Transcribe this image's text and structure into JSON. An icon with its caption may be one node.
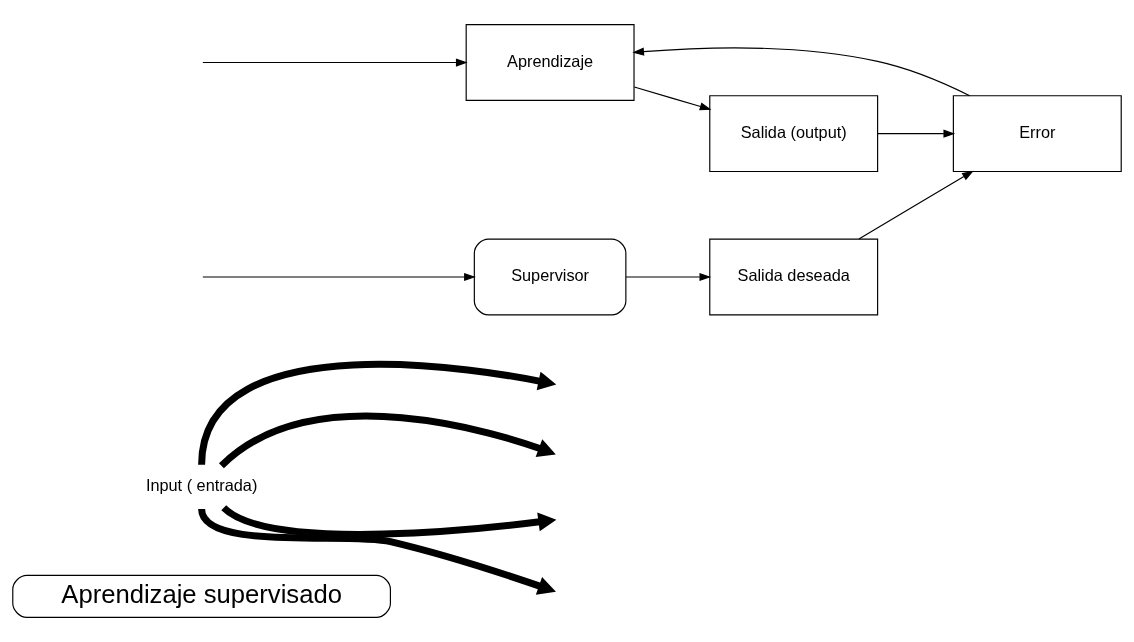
{
  "diagram": {
    "nodes": [
      {
        "text": [
          "Aprendizaje supervisado"
        ]
      },
      {
        "text": [
          "Input ( entrada)"
        ]
      },
      {
        "text": [
          "Supervisor"
        ]
      },
      {
        "text": [
          "Salida deseada"
        ]
      },
      {
        "text": [
          "Error"
        ]
      },
      {
        "text": [
          "Aprendizaje"
        ]
      },
      {
        "text": [
          "Salida (output)"
        ]
      }
    ],
    "edges": [
      {
        "from": 1,
        "to": null,
        "arrow": "to",
        "style": "thick"
      },
      {
        "from": 1,
        "to": null,
        "arrow": "to",
        "style": "thick"
      },
      {
        "from": 1,
        "to": null,
        "arrow": "to",
        "style": "thick"
      },
      {
        "from": 1,
        "to": null,
        "arrow": "to",
        "style": "thick"
      },
      {
        "from": null,
        "to": 2,
        "arrow": "to"
      },
      {
        "from": 2,
        "to": 3,
        "arrow": "to"
      },
      {
        "from": 3,
        "to": 4,
        "arrow": "to"
      },
      {
        "from": null,
        "to": 5,
        "arrow": "to"
      },
      {
        "from": 5,
        "to": 6,
        "arrow": "to"
      },
      {
        "from": 6,
        "to": 4,
        "arrow": "to"
      },
      {
        "from": 4,
        "to": 5,
        "arrow": "to"
      }
    ]
  }
}
